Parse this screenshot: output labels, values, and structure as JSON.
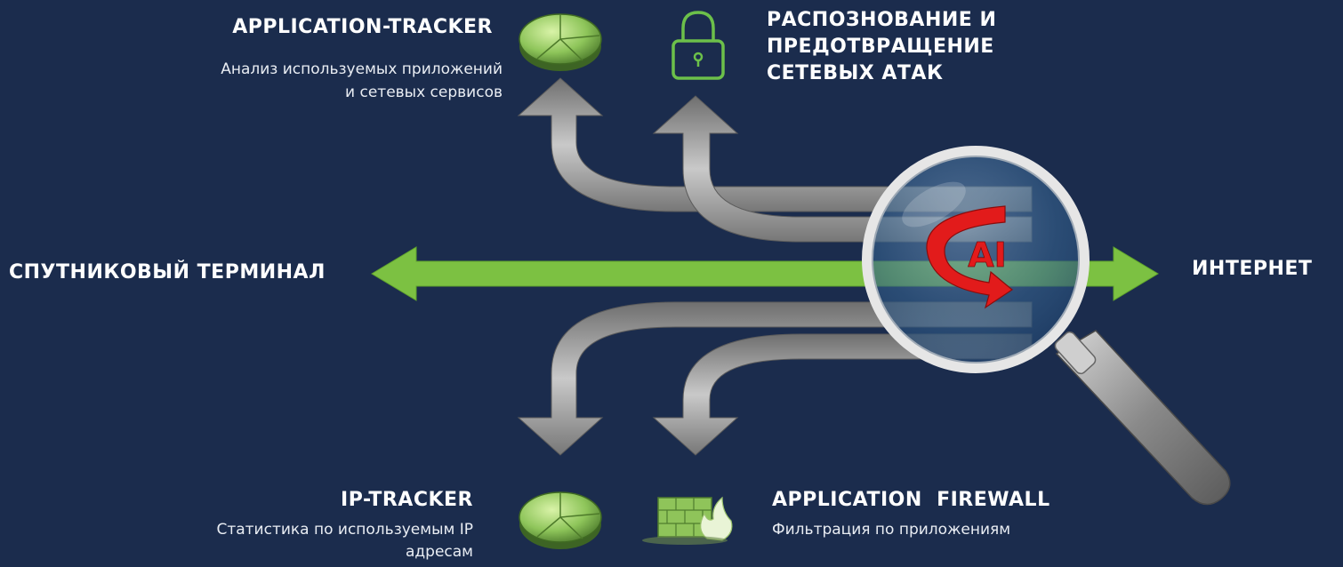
{
  "left_endpoint": "СПУТНИКОВЫЙ ТЕРМИНАЛ",
  "right_endpoint": "ИНТЕРНЕТ",
  "center_badge": "AI",
  "blocks": {
    "app_tracker": {
      "title": "APPLICATION-TRACKER",
      "desc_line1": "Анализ используемых приложений",
      "desc_line2": "и сетевых сервисов",
      "icon": "pie-chart-icon"
    },
    "attack_prevention": {
      "title_line1": "РАСПОЗНОВАНИЕ И",
      "title_line2": "ПРЕДОТВРАЩЕНИЕ",
      "title_line3": "СЕТЕВЫХ АТАК",
      "icon": "lock-icon"
    },
    "ip_tracker": {
      "title": "IP-TRACKER",
      "desc_line1": "Статистика по используемым IP",
      "desc_line2": "адресам",
      "icon": "pie-chart-icon"
    },
    "app_firewall": {
      "title": "APPLICATION  FIREWALL",
      "desc": "Фильтрация по приложениям",
      "icon": "firewall-icon"
    }
  },
  "colors": {
    "background": "#1b2c4d",
    "main_arrow": "#7cc142",
    "branch_arrows": "#9a9a9a",
    "lock_icon": "#6cc04a",
    "ai_badge": "#e21b1b"
  }
}
